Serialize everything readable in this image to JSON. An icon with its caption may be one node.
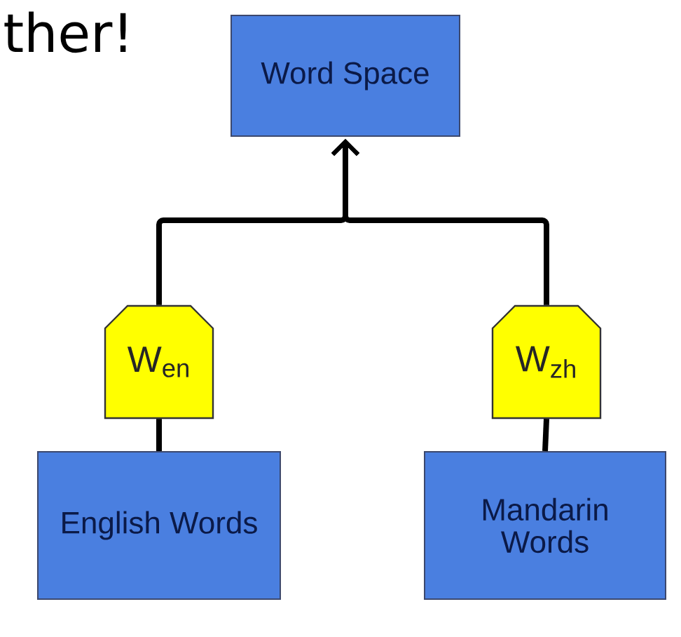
{
  "diagram": {
    "nodes": [
      {
        "text": [
          "Word Space"
        ]
      },
      {
        "text": [
          "W$_{en}$"
        ]
      },
      {
        "text": [
          "W$_{zh}$"
        ]
      },
      {
        "text": [
          "English Words"
        ]
      },
      {
        "text": [
          "Mandarin Words"
        ]
      }
    ],
    "edges": [
      {
        "from": 1,
        "to": 0,
        "arrow": "to"
      },
      {
        "from": 2,
        "to": 0,
        "arrow": "to"
      },
      {
        "from": 3,
        "to": 1,
        "arrow": "none"
      },
      {
        "from": 4,
        "to": 2,
        "arrow": "none"
      }
    ],
    "labels": [
      "ther!"
    ]
  }
}
